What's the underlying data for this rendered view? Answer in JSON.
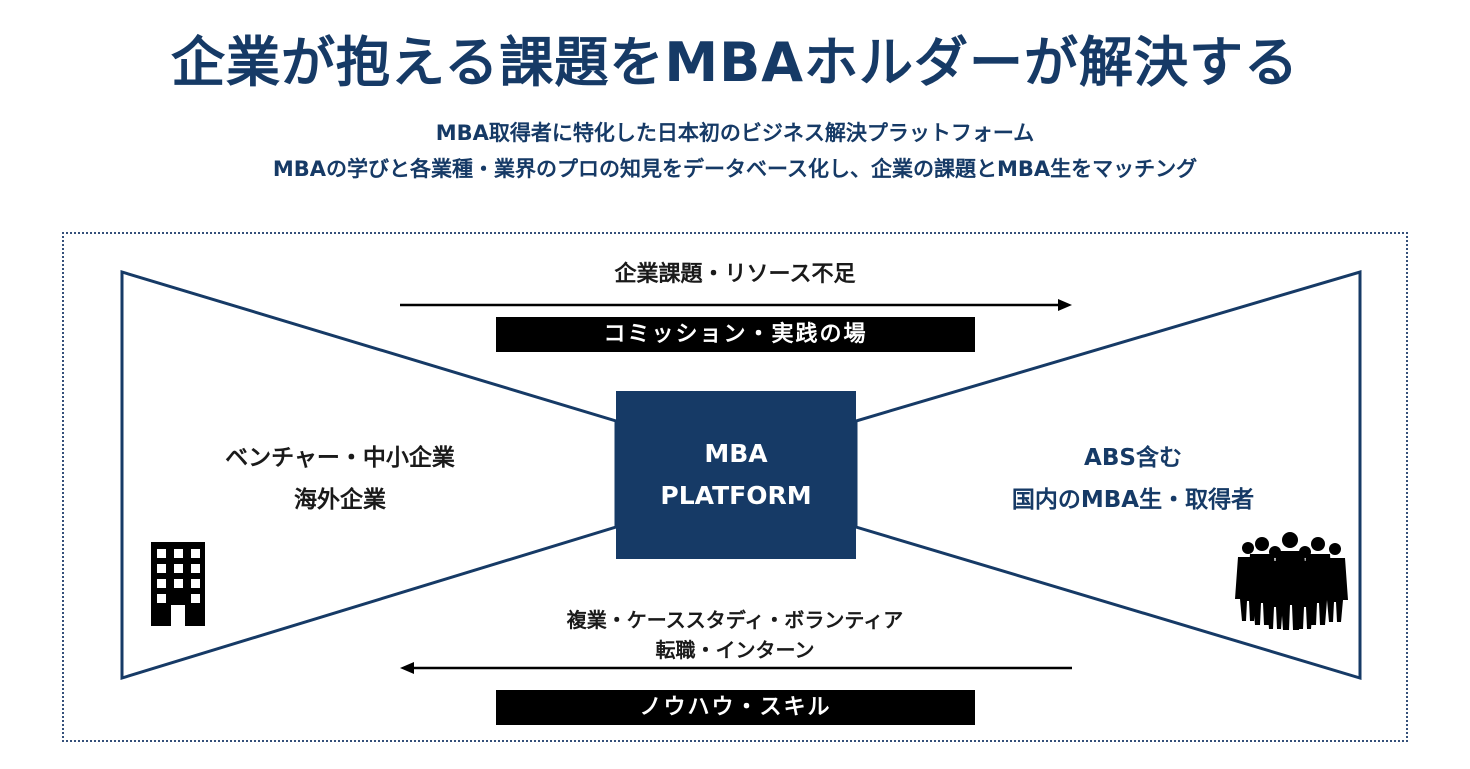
{
  "title": "企業が抱える課題をMBAホルダーが解決する",
  "subtitle": {
    "line1": "MBA取得者に特化した日本初のビジネス解決プラットフォーム",
    "line2": "MBAの学びと各業種・業界のプロの知見をデータベース化し、企業の課題とMBA生をマッチング"
  },
  "diagram": {
    "top_flow_label": "企業課題・リソース不足",
    "top_bar": "コミッション・実践の場",
    "platform": {
      "line1": "MBA",
      "line2": "PLATFORM"
    },
    "left": {
      "line1": "ベンチャー・中小企業",
      "line2": "海外企業",
      "icon": "office-building-icon"
    },
    "right": {
      "line1": "ABS含む",
      "line2": "国内のMBA生・取得者",
      "icon": "business-people-icon"
    },
    "bottom_flow_label": {
      "line1": "複業・ケーススタディ・ボランティア",
      "line2": "転職・インターン"
    },
    "bottom_bar": "ノウハウ・スキル"
  },
  "colors": {
    "navy": "#163a66",
    "black": "#000000"
  }
}
